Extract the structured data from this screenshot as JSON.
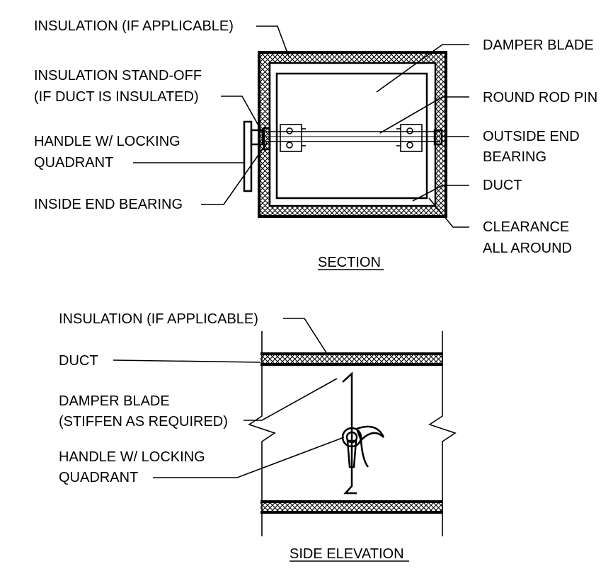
{
  "section": {
    "title": "SECTION",
    "labels": {
      "insulation_top": "INSULATION (IF APPLICABLE)",
      "standoff_line1": "INSULATION STAND-OFF",
      "standoff_line2": "(IF DUCT IS INSULATED)",
      "handle_line1": "HANDLE W/ LOCKING",
      "handle_line2": "QUADRANT",
      "inside_bearing": "INSIDE END BEARING",
      "damper_blade": "DAMPER BLADE",
      "round_rod_pin": "ROUND ROD PIN",
      "outside_bearing_line1": "OUTSIDE END",
      "outside_bearing_line2": "BEARING",
      "duct": "DUCT",
      "clearance_line1": "CLEARANCE",
      "clearance_line2": "ALL AROUND"
    }
  },
  "side_elevation": {
    "title": "SIDE ELEVATION",
    "labels": {
      "insulation": "INSULATION (IF APPLICABLE)",
      "duct": "DUCT",
      "blade_line1": "DAMPER BLADE",
      "blade_line2": "(STIFFEN AS REQUIRED)",
      "handle_line1": "HANDLE W/ LOCKING",
      "handle_line2": "QUADRANT"
    }
  },
  "colors": {
    "ink": "#000000",
    "background": "#ffffff"
  }
}
